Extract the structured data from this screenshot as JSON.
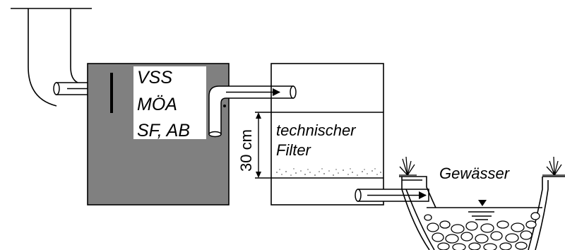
{
  "pretreatment_tank": {
    "labels": [
      "VSS",
      "MÖA",
      "SF, AB"
    ],
    "fill_color": "#808080"
  },
  "filter_tank": {
    "label_line1": "technischer",
    "label_line2": "Filter",
    "dimension": "30 cm"
  },
  "water_body": {
    "label": "Gewässer"
  }
}
